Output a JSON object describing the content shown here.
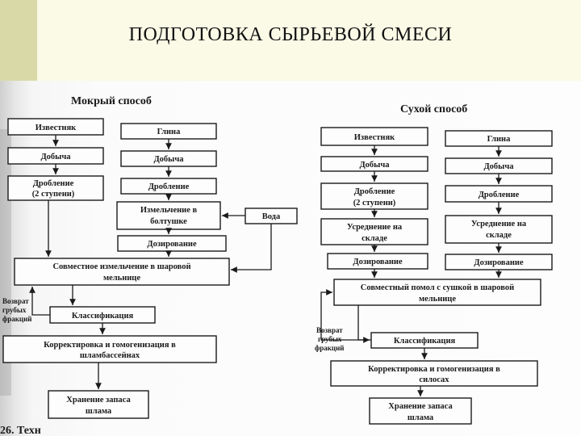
{
  "slide": {
    "title": "ПОДГОТОВКА СЫРЬЕВОЙ СМЕСИ"
  },
  "wet": {
    "heading": "Мокрый способ",
    "izvestnyak": "Известняк",
    "dobycha_l": "Добыча",
    "droblenie_l": [
      "Дробление",
      "(2 ступени)"
    ],
    "glina": "Глина",
    "dobycha_r": "Добыча",
    "droblenie_r": "Дробление",
    "izmelchenie": [
      "Измельчение в",
      "болтушке"
    ],
    "voda": "Вода",
    "dozirovanie": "Дозирование",
    "sovmestnoe": [
      "Совместное измельчение в шаровой",
      "мельнице"
    ],
    "vozvrat": [
      "Возврат",
      "грубых",
      "фракций"
    ],
    "klassifikatsiya": "Классификация",
    "korrektirovka": [
      "Корректировка и гомогенизация в",
      "шламбассейнах"
    ],
    "hranenie": [
      "Хранение запаса",
      "шлама"
    ],
    "footer": "26. Техн"
  },
  "dry": {
    "heading": "Сухой способ",
    "izvestnyak": "Известняк",
    "dobycha_l": "Добыча",
    "droblenie_l": [
      "Дробление",
      "(2 ступени)"
    ],
    "usrednenie_l": [
      "Усреднение на",
      "складе"
    ],
    "dozirovanie_l": "Дозирование",
    "glina": "Глина",
    "dobycha_r": "Добыча",
    "droblenie_r": "Дробление",
    "usrednenie_r": [
      "Усреднение на",
      "складе"
    ],
    "dozirovanie_r": "Дозирование",
    "sovmestny_pomol": [
      "Совместный помол с сушкой в шаровой",
      "мельнице"
    ],
    "vozvrat": [
      "Возврат",
      "грубых",
      "фракций"
    ],
    "klassifikatsiya": "Классификация",
    "korrektirovka": [
      "Корректировка и гомогенизация в",
      "силосах"
    ],
    "hranenie": [
      "Хранение запаса",
      "шлама"
    ]
  }
}
